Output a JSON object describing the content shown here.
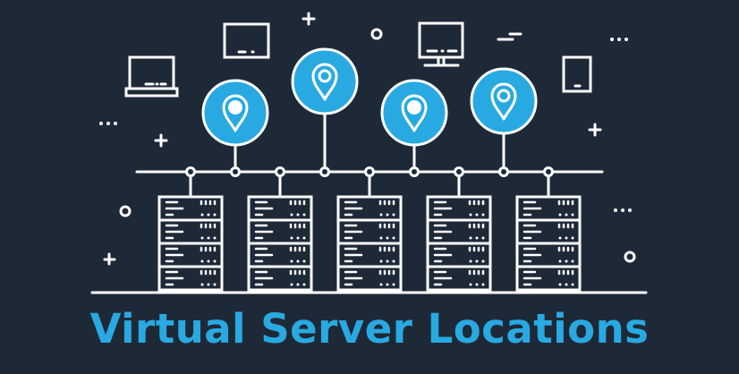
{
  "banner": {
    "title": "Virtual Server Locations",
    "colors": {
      "background": "#1e2938",
      "accent": "#29a9e1",
      "line": "#ffffff"
    }
  },
  "illustration": {
    "server_racks": 5,
    "units_per_rack": 4,
    "location_pins": 4,
    "pin_icons": [
      "map-pin-filled-icon",
      "map-pin-ring-icon",
      "map-pin-filled-icon",
      "map-pin-ring-icon"
    ],
    "devices": [
      "laptop-icon",
      "tablet-landscape-icon",
      "monitor-icon",
      "tablet-portrait-icon"
    ]
  }
}
